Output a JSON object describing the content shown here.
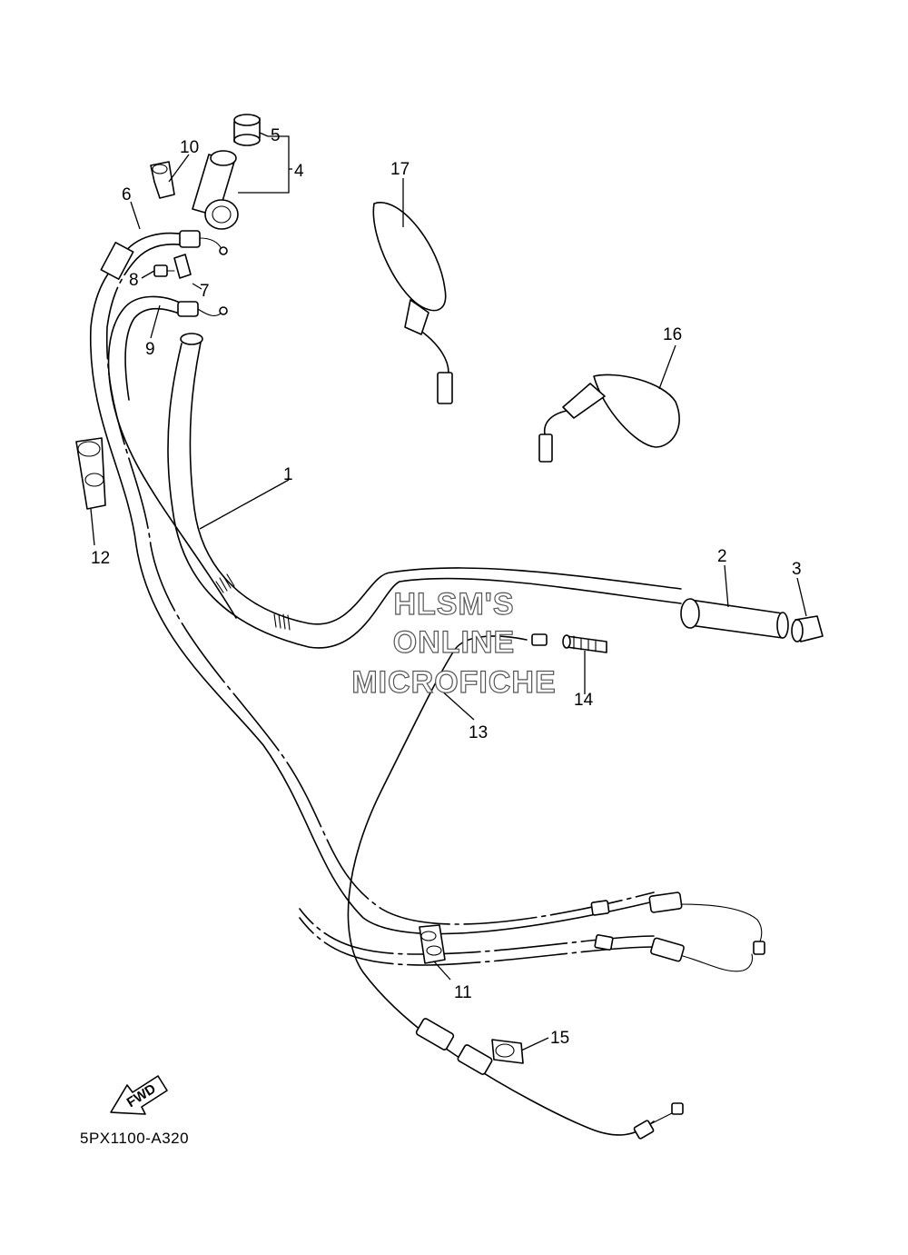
{
  "diagram": {
    "drawing_code": "5PX1100-A320",
    "direction_label": "FWD",
    "watermark": [
      "HLSM'S",
      "ONLINE",
      "MICROFICHE"
    ],
    "callouts": [
      "1",
      "2",
      "3",
      "4",
      "5",
      "6",
      "7",
      "8",
      "9",
      "10",
      "11",
      "12",
      "13",
      "14",
      "15",
      "16",
      "17"
    ]
  }
}
